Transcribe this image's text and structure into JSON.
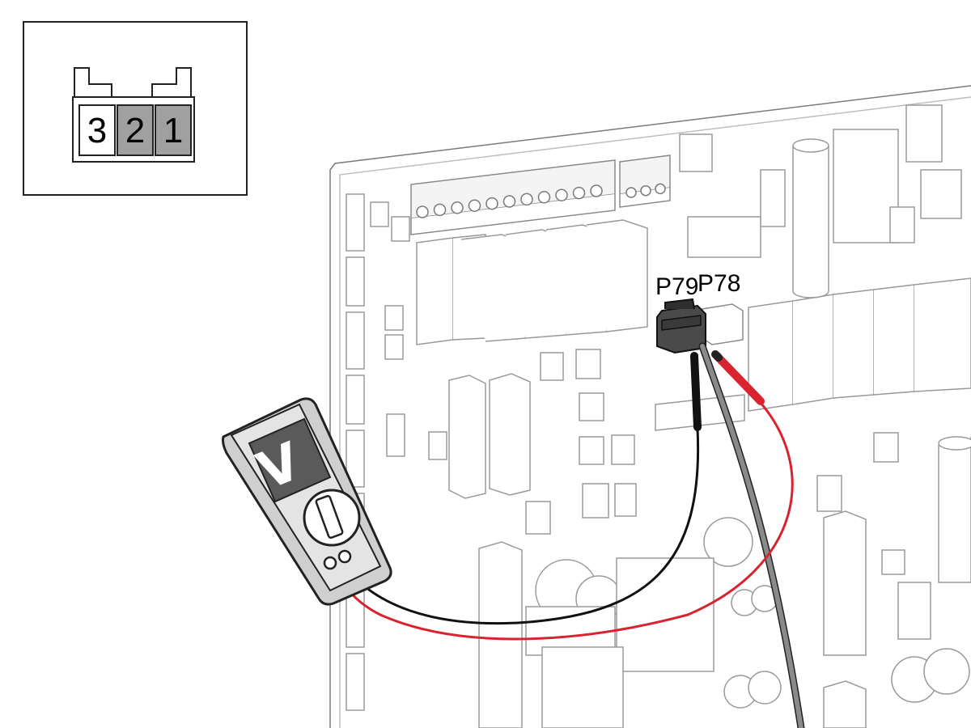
{
  "inset": {
    "pins": [
      {
        "label": "3",
        "highlighted": false
      },
      {
        "label": "2",
        "highlighted": true
      },
      {
        "label": "1",
        "highlighted": true
      }
    ],
    "highlight_color": "#a0a0a0"
  },
  "connectors": {
    "left_label": "P79",
    "right_label": "P78"
  },
  "meter": {
    "display": "V"
  },
  "colors": {
    "red_lead": "#d9232e",
    "black_lead": "#111111",
    "gray_cable": "#8a8a8a",
    "board_line": "#bdbdbd",
    "board_outline": "#7a7a7a",
    "meter_body": "#cfcfcf",
    "meter_screen": "#5a5a5a"
  }
}
